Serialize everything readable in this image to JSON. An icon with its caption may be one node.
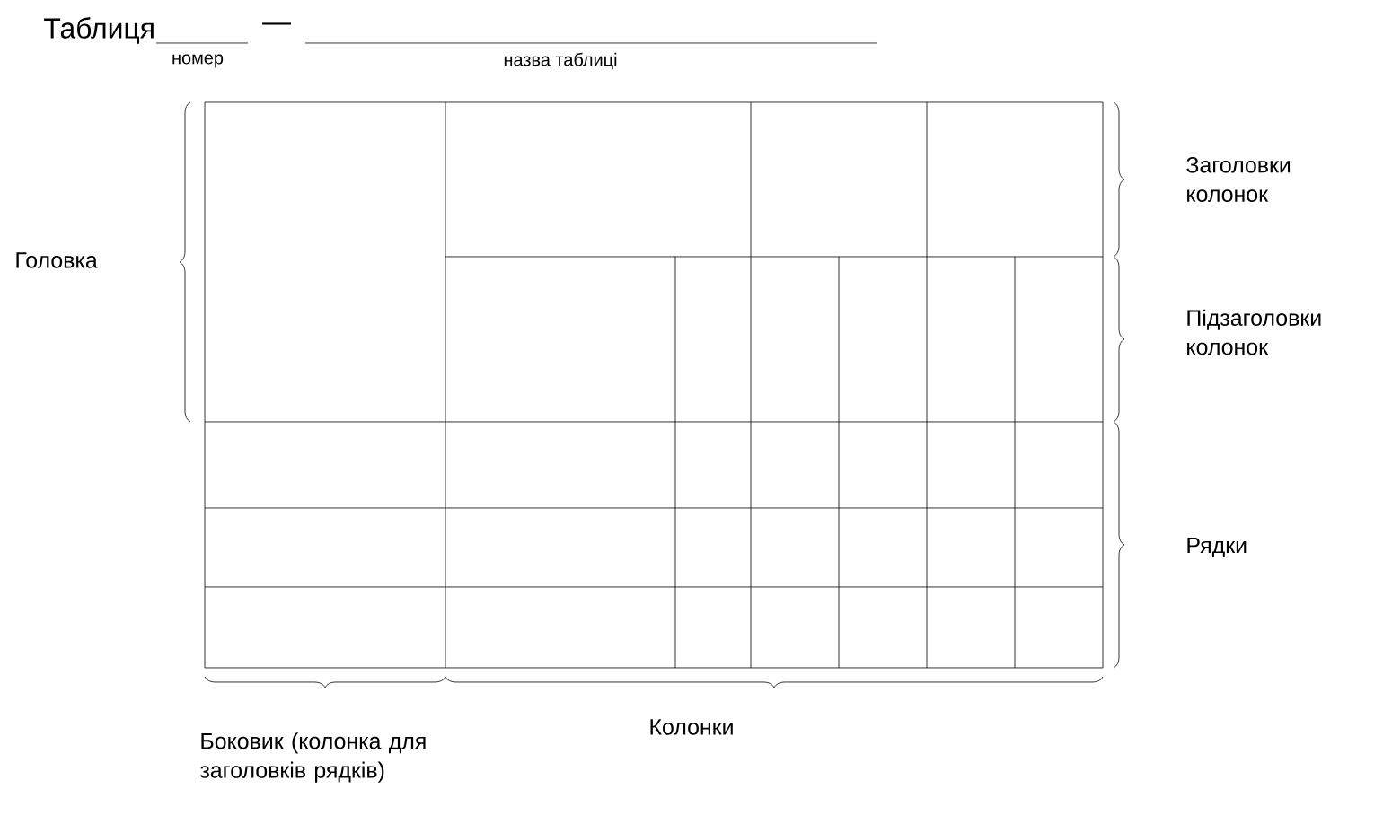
{
  "diagram": {
    "labels": [
      "Таблиця",
      "—",
      "номер",
      "назва таблиці",
      "Головка",
      "Заголовки колонок",
      "Підзаголовки колонок",
      "Рядки",
      "Боковик (колонка для заголовків рядків)",
      "Колонки"
    ]
  }
}
